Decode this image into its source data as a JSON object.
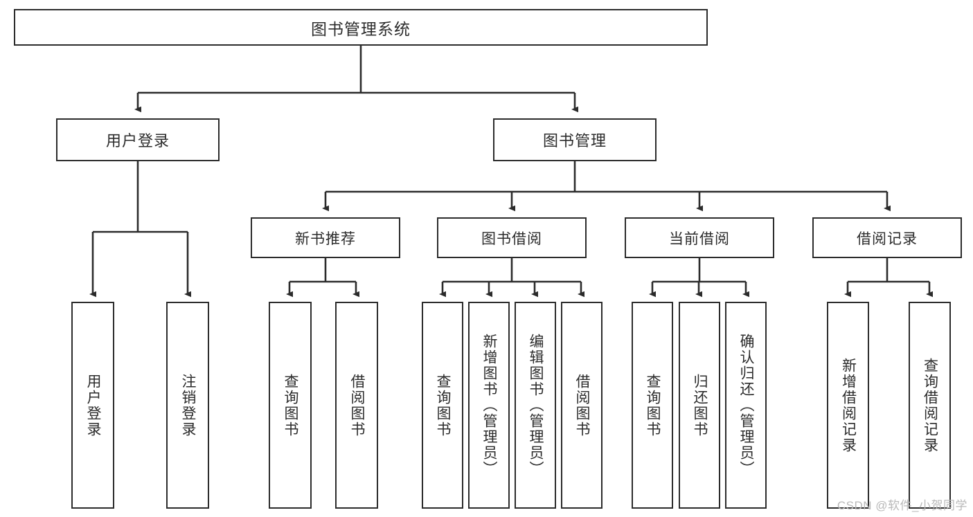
{
  "diagram": {
    "type": "tree-hierarchy",
    "title": "图书管理系统",
    "root": {
      "id": "root",
      "label": "图书管理系统"
    },
    "level2": [
      {
        "id": "user-login",
        "label": "用户登录"
      },
      {
        "id": "book-management",
        "label": "图书管理"
      }
    ],
    "level3": [
      {
        "id": "new-book-recommend",
        "label": "新书推荐",
        "parent": "book-management"
      },
      {
        "id": "book-borrow",
        "label": "图书借阅",
        "parent": "book-management"
      },
      {
        "id": "current-borrow",
        "label": "当前借阅",
        "parent": "book-management"
      },
      {
        "id": "borrow-record",
        "label": "借阅记录",
        "parent": "book-management"
      }
    ],
    "leaves": [
      {
        "id": "leaf-user-login",
        "label": "用户登录",
        "parent": "user-login"
      },
      {
        "id": "leaf-logout-login",
        "label": "注销登录",
        "parent": "user-login"
      },
      {
        "id": "leaf-query-book-1",
        "label": "查询图书",
        "parent": "new-book-recommend"
      },
      {
        "id": "leaf-borrow-book-1",
        "label": "借阅图书",
        "parent": "new-book-recommend"
      },
      {
        "id": "leaf-query-book-2",
        "label": "查询图书",
        "parent": "book-borrow"
      },
      {
        "id": "leaf-add-book",
        "label": "新增图书（管理员）",
        "parent": "book-borrow"
      },
      {
        "id": "leaf-edit-book",
        "label": "编辑图书（管理员）",
        "parent": "book-borrow"
      },
      {
        "id": "leaf-borrow-book-2",
        "label": "借阅图书",
        "parent": "book-borrow"
      },
      {
        "id": "leaf-query-book-3",
        "label": "查询图书",
        "parent": "current-borrow"
      },
      {
        "id": "leaf-return-book",
        "label": "归还图书",
        "parent": "current-borrow"
      },
      {
        "id": "leaf-confirm-return",
        "label": "确认归还（管理员）",
        "parent": "current-borrow"
      },
      {
        "id": "leaf-add-record",
        "label": "新增借阅记录",
        "parent": "borrow-record"
      },
      {
        "id": "leaf-query-record",
        "label": "查询借阅记录",
        "parent": "borrow-record"
      }
    ],
    "colors": {
      "stroke": "#2b2b2b",
      "fill": "#ffffff",
      "text": "#2b2b2b",
      "watermark": "#b9b9b9"
    }
  },
  "watermark": {
    "text": "CSDN @软件_小贺同学"
  }
}
